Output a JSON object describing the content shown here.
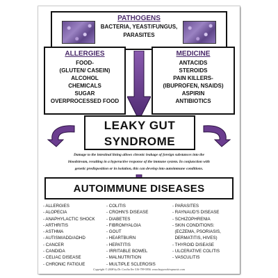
{
  "pathogens": {
    "title": "PATHOGENS",
    "line1": "BACTERIA, YEAST/FUNGUS,",
    "line2": "PARASITES"
  },
  "allergies": {
    "title": "ALLERGIES",
    "items": [
      "FOOD-",
      "(GLUTEN/ CASEIN)",
      "ALCOHOL",
      "CHEMICALS",
      "SUGAR",
      "OVERPROCESSED FOOD"
    ]
  },
  "medicine": {
    "title": "MEDICINE",
    "items": [
      "ANTACIDS",
      "STEROIDS",
      "PAIN KILLERS-",
      "(IBUPROFEN, NSAIDS)",
      "ASPIRIN",
      "ANTIBIOTICS"
    ]
  },
  "leaky": {
    "line1": "LEAKY GUT",
    "line2": "SYNDROME"
  },
  "description": {
    "line1": "Damage to the intestinal lining allows chronic leakage of foreign substances into the",
    "line2": "bloodstream, resulting in a hyperactive response of the immune system. In conjunction with",
    "line3": "genetic predisposition or in isolation, this can develop into autoimmune conditions."
  },
  "autoimmune": {
    "title": "AUTOIMMUNE DISEASES"
  },
  "diseases": {
    "col1": [
      "- ALLERGIES",
      "- ALOPECIA",
      "- ANAPHYLACTIC SHOCK",
      "- ARTHRITIS",
      "- ASTHMA",
      "- AUTISM/ADD/ADHD",
      "- CANCER",
      "- CANDIDA",
      "- CELIAC DISEASE",
      "- CHRONIC FATIGUE"
    ],
    "col2": [
      "- COLITIS",
      "- CROHN'S DISEASE",
      "- DIABETES",
      "- FIBROMYALGIA",
      "- GOUT",
      "- HEARTBURN",
      "- HEPATITIS",
      "- IRRITABLE BOWEL",
      "- MALNUTRITION",
      "- MULTIPLE SCLEROSIS"
    ],
    "col3": [
      "- PARASITES",
      "- RAYNAUD'S DISEASE",
      "- SCHIZOPHRENIA",
      "- SKIN CONDITIONS:",
      "  (ECZEMA, PSORIASIS,",
      "  DERMATITIS, HIVES)",
      "- THYROID DISEASE",
      "- ULCERATIVE COLITIS",
      "- VASCULITIS"
    ]
  },
  "footer": "Copyright © 2008 by Dr. Cecilia Yee  516-799-5956.  www.bayyeechiropractic.com",
  "colors": {
    "arrow_purple": "#6b3d8f",
    "title_purple": "#4a2a6a"
  }
}
